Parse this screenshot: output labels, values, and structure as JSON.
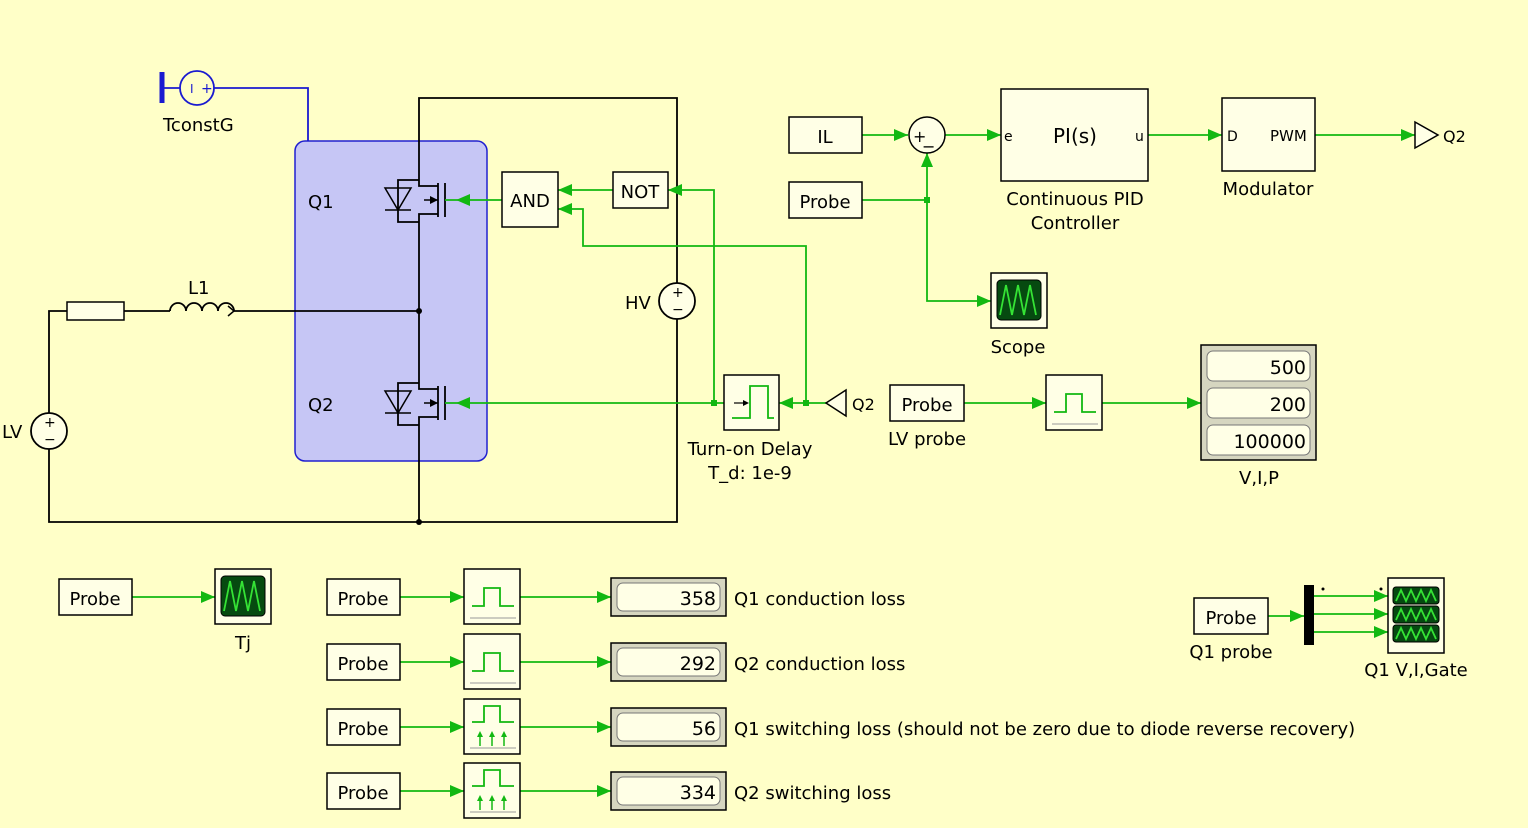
{
  "power": {
    "tconst_label": "TconstG",
    "tconst_symbol": "I",
    "q1_label": "Q1",
    "q2_label": "Q2",
    "l1_label": "L1",
    "lv_label": "LV",
    "hv_label": "HV"
  },
  "logic": {
    "and_label": "AND",
    "not_label": "NOT",
    "delay_line1": "Turn-on Delay",
    "delay_line2": "T_d: 1e-9",
    "goto_in_label": "Q2"
  },
  "control": {
    "il_label": "IL",
    "probe_label": "Probe",
    "sum_plus": "+",
    "sum_minus": "−",
    "pid_e": "e",
    "pid_text": "PI(s)",
    "pid_u": "u",
    "pid_name_line1": "Continuous PID",
    "pid_name_line2": "Controller",
    "pwm_d": "D",
    "pwm_text": "PWM",
    "modulator_label": "Modulator",
    "goto_out_label": "Q2",
    "scope_label": "Scope"
  },
  "lv_probe": {
    "probe_label": "Probe",
    "name": "LV probe",
    "display_values": [
      "500",
      "200",
      "100000"
    ],
    "display_name": "V,I,P"
  },
  "tj": {
    "probe_label": "Probe",
    "scope_label": "Tj"
  },
  "losses": [
    {
      "probe_label": "Probe",
      "value": "358",
      "label": "Q1 conduction loss"
    },
    {
      "probe_label": "Probe",
      "value": "292",
      "label": "Q2 conduction loss"
    },
    {
      "probe_label": "Probe",
      "value": "56",
      "label": "Q1 switching loss (should not be zero due to diode reverse recovery)"
    },
    {
      "probe_label": "Probe",
      "value": "334",
      "label": "Q2 switching loss"
    }
  ],
  "q1_probe": {
    "probe_label": "Probe",
    "name": "Q1 probe",
    "scope_label": "Q1 V,I,Gate"
  },
  "colors": {
    "background": "#ffffc8",
    "signal_wire": "#12b812",
    "thermal_wire": "#1a1ad0",
    "heatsink_fill": "#c6c6f5",
    "block_fill": "#ffffe6"
  }
}
